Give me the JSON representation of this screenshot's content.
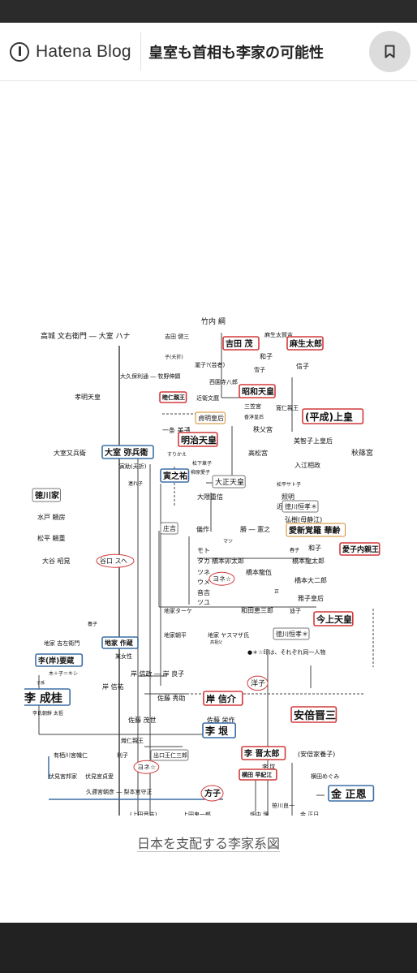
{
  "header": {
    "logo_text": "Hatena Blog",
    "title": "皇室も首相も李家の可能性",
    "bookmark_icon": "bookmark-icon"
  },
  "diagram": {
    "caption": "日本を支配する李家系図",
    "labels": [
      "竹内 綱",
      "麻生太賀吉",
      "吉田 健三",
      "高城 文右衛門 ― 大室 ハナ",
      "吉田 茂",
      "麻生太郎",
      "子(夭折)",
      "和子",
      "瀧子?(芸者)",
      "信子",
      "雪子",
      "大久保利通 ― 牧野伸顕",
      "西園寺八郎",
      "昭和天皇",
      "孝明天皇",
      "睦仁親王",
      "近衛文麿",
      "三笠宮",
      "寛仁親王",
      "貞明皇后",
      "香淳皇后",
      "(平成)上皇",
      "一条 美子",
      "秩父宮",
      "美智子上皇后",
      "明治天皇",
      "すりかえ",
      "高松宮",
      "秋篠宮",
      "大室又兵衛",
      "大室 弥兵衛",
      "入江相政",
      "松下章子",
      "寅助(夭折)",
      "柳原愛子",
      "寅之祐",
      "大正天皇",
      "松平サト子",
      "連れ子",
      "大隈重信",
      "照明",
      "徳川家",
      "近松",
      "徳川恒孝＊",
      "水戸 頼房",
      "弘樹(母静江)",
      "松平 頼重",
      "庄吉",
      "儀作",
      "勝 ― 憲之",
      "愛新覚羅 華齢",
      "大谷 昭晃",
      "谷口 スヘ",
      "マツ",
      "和子",
      "愛子内親王",
      "モト",
      "春子",
      "タカ",
      "橋本卯太郎",
      "橋本龍太郎",
      "ツネ",
      "ヨネ☆",
      "橋本龍伍",
      "正",
      "ウメ",
      "橋本大二郎",
      "音吉",
      "雅子皇后",
      "ツユ",
      "和田恵三郎",
      "迪子",
      "地家ターケ",
      "今上天皇",
      "養子",
      "地家朝平",
      "地家 ヤスマザ氏",
      "徳川恒孝＊",
      "地家 吉左衛門",
      "地家 作蔵",
      "高祖父",
      "某女性",
      "●＊☆印は、それぞれ同一人物",
      "李(岸)要蔵",
      "木＋子＝キシ",
      "子孫",
      "岸 信政 ― 岸 良子",
      "岸 信祐",
      "洋子",
      "佐藤 秀助",
      "岸 信介",
      "李 成桂",
      "安倍晋三",
      "李氏朝鮮 太祖",
      "佐藤 茂世",
      "佐藤 栄作",
      "李 垠",
      "熾仁親王",
      "有栖川宮幟仁",
      "利子",
      "出口王仁三郎",
      "李 晋太郎",
      "(安倍家養子)",
      "ヨネ☆",
      "李 玟",
      "伏見宮邦家",
      "伏見宮貞愛",
      "横田 早紀江",
      "横田めぐみ",
      "久邇宮朝彦 ― 梨本宮守正",
      "方子",
      "金 正恩",
      "笹川良一",
      "畑中 理",
      "金 正日",
      "(上田音吉)",
      "上田鬼一郎"
    ]
  }
}
